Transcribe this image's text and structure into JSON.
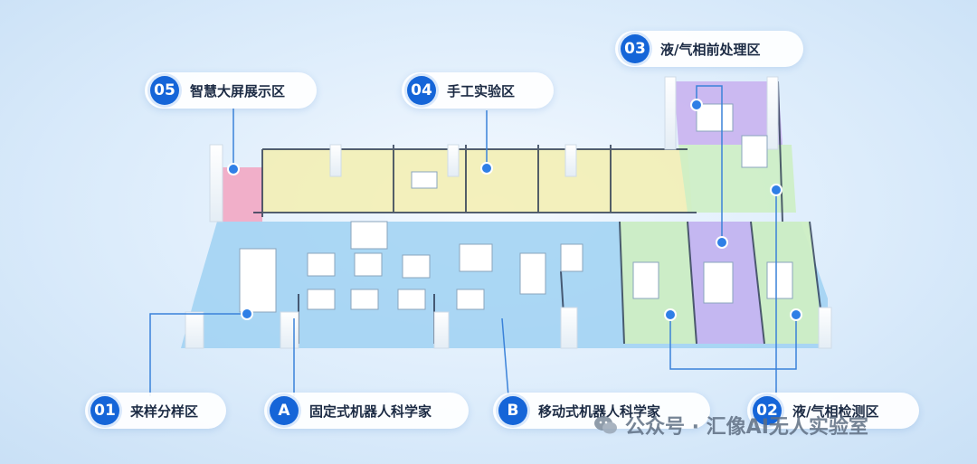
{
  "zones": [
    {
      "id": "05",
      "label": "智慧大屏展示区"
    },
    {
      "id": "04",
      "label": "手工实验区"
    },
    {
      "id": "03",
      "label": "液/气相前处理区"
    },
    {
      "id": "01",
      "label": "来样分样区"
    },
    {
      "id": "A",
      "label": "固定式机器人科学家"
    },
    {
      "id": "B",
      "label": "移动式机器人科学家"
    },
    {
      "id": "02",
      "label": "液/气相检测区"
    }
  ],
  "watermark": "公众号 · 汇像AI无人实验室",
  "colors": {
    "badge": "#1565d8",
    "floor": "#a9d8f5",
    "yellow_zone": "#f3eeb0",
    "pink_zone": "#f2a7c3",
    "purple_zone": "#c9b2f0",
    "green_zone": "#cdeec4",
    "marker": "#2f7fe6"
  }
}
